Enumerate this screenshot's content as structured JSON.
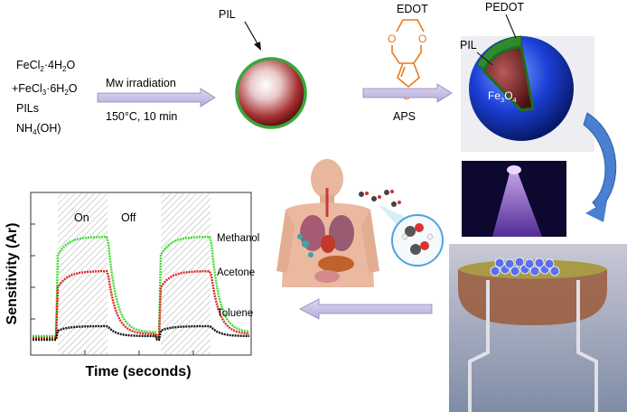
{
  "reagents": {
    "line1": [
      "FeCl",
      "2",
      "·4H",
      "2",
      "O"
    ],
    "line2": [
      "+FeCl",
      "3",
      "·6H",
      "2",
      "O"
    ],
    "line3": "PILs",
    "line4": [
      "NH",
      "4",
      "(OH)"
    ]
  },
  "step1": {
    "top": "Mw irradiation",
    "bottom": "150°C, 10 min"
  },
  "sphere1": {
    "label": "PIL"
  },
  "monomer": {
    "label": "EDOT",
    "atom_o": "O",
    "atom_s": "S"
  },
  "step2": {
    "bottom": "APS"
  },
  "core_shell": {
    "outer": "PEDOT",
    "inner": "PIL",
    "core": [
      "Fe",
      "3",
      "O",
      "4"
    ]
  },
  "chart_data": {
    "type": "line",
    "xlabel": "Time (seconds)",
    "ylabel": "Sensitivity (Ar)",
    "periods": [
      "On",
      "Off"
    ],
    "series": [
      {
        "name": "Methanol",
        "color": "#3ddc2e"
      },
      {
        "name": "Acetone",
        "color": "#e0251f"
      },
      {
        "name": "Toluene",
        "color": "#111111"
      }
    ]
  },
  "colors": {
    "arrow": "#c8bfe6",
    "pil_ring": "#3aa63a",
    "sphere": "#a52a2a",
    "shell": "#1c3fd6"
  }
}
